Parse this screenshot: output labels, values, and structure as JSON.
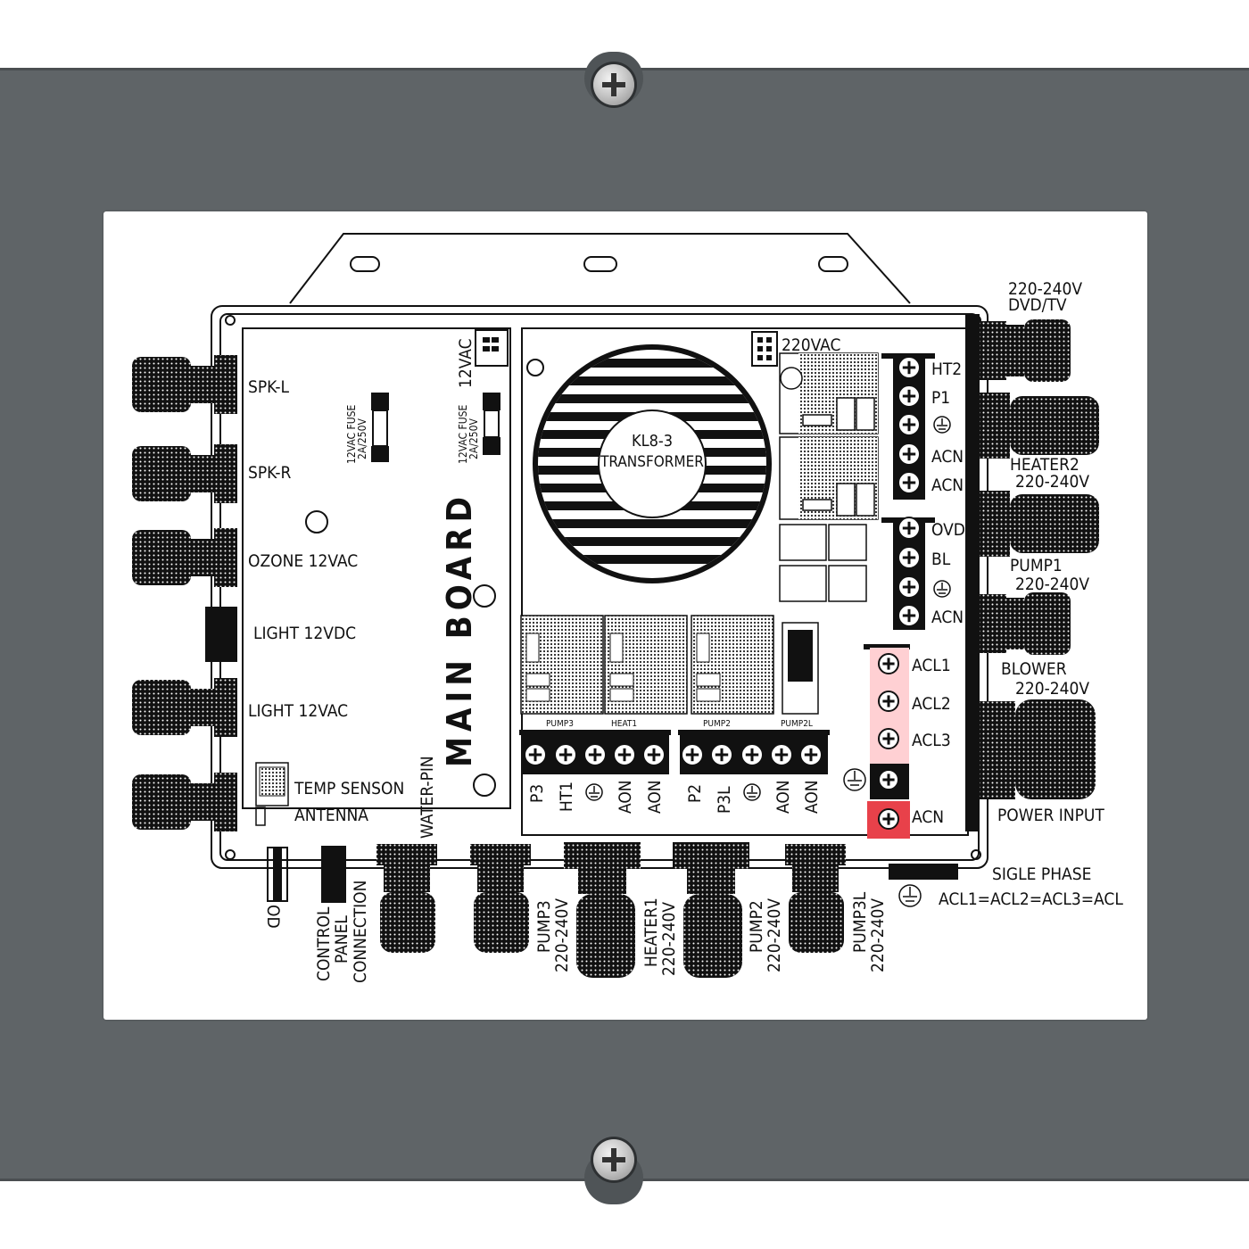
{
  "board": {
    "main_board": "MAIN BOARD",
    "transformer_line1": "KL8-3",
    "transformer_line2": "TRANSFORMER",
    "supply_220vac": "220VAC",
    "supply_12vac": "12VAC",
    "fuse_line1": "12VAC FUSE",
    "fuse_line2": "2A/250V"
  },
  "left_ports": [
    {
      "label": "SPK-L"
    },
    {
      "label": "SPK-R"
    },
    {
      "label": "OZONE 12VAC"
    },
    {
      "label": "LIGHT 12VDC"
    },
    {
      "label": "LIGHT 12VAC"
    },
    {
      "label": "TEMP SENSON"
    },
    {
      "label": "ANTENNA"
    }
  ],
  "right_terminals_top": [
    "HT2",
    "P1",
    "",
    "ACN",
    "ACN"
  ],
  "right_terminals_mid": [
    "OVD",
    "BL",
    "",
    "ACN"
  ],
  "power_terminals": [
    "ACL1",
    "ACL2",
    "ACL3",
    "",
    "ACN"
  ],
  "relay_labels": [
    "PUMP3",
    "HEAT1",
    "PUMP2",
    "PUMP2L"
  ],
  "bottom_terminals": [
    "P3",
    "HT1",
    "",
    "AON",
    "AON",
    "P2",
    "P3L",
    "",
    "AON",
    "AON"
  ],
  "bottom_connectors": {
    "water_pin": "WATER-PIN",
    "od": "OD",
    "control_panel": [
      "CONTROL",
      "PANEL",
      "CONNECTION"
    ],
    "pump3": [
      "PUMP3",
      "220-240V"
    ],
    "heater1": [
      "HEATER1",
      "220-240V"
    ],
    "pump2": [
      "PUMP2",
      "220-240V"
    ],
    "pump3l": [
      "PUMP3L",
      "220-240V"
    ]
  },
  "right_connectors": {
    "dvd_tv": [
      "220-240V",
      "DVD/TV"
    ],
    "heater2": [
      "HEATER2",
      "220-240V"
    ],
    "pump1": [
      "PUMP1",
      "220-240V"
    ],
    "blower": [
      "BLOWER",
      "220-240V"
    ],
    "power_input": "POWER INPUT"
  },
  "notes": {
    "phase": "SIGLE PHASE",
    "equation": "ACL1=ACL2=ACL3=ACL"
  },
  "colors": {
    "enclosure": "#5f6467",
    "label": "#ffffff",
    "ink": "#111111",
    "power_highlight": "#e8414a"
  },
  "icons": [
    "phillips-screw-icon",
    "ground-symbol-icon",
    "terminal-screw-icon"
  ]
}
